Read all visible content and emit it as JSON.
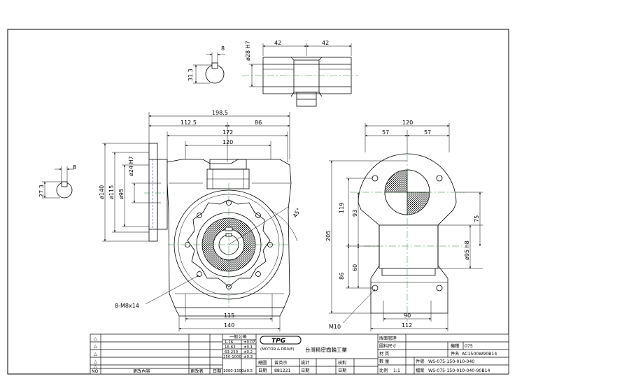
{
  "dimensions": {
    "key_top_w": "8",
    "key_top_h": "31.3",
    "hole_len_left": "42",
    "hole_len_right": "42",
    "hole_dia": "ø28 H7",
    "overall_w": "198.5",
    "left_w": "112.5",
    "right_w": "86",
    "flange_w": "172",
    "bolt_w": "120",
    "outer_dia": "ø140",
    "pilot_dia": "ø115",
    "spigot_dia": "ø95",
    "shaft_dia": "ø24 H7",
    "key_left_w": "8",
    "key_left_h": "27.3",
    "bolt_note": "8-M8x14",
    "base_inner": "115",
    "base_outer": "140",
    "angle": "45°",
    "side_top": "120",
    "side_half_l": "57",
    "side_half_r": "57",
    "height_total": "205",
    "h_119": "119",
    "h_93": "93",
    "h_86": "86",
    "h_60": "60",
    "h_75": "75",
    "side_dia": "ø95 h8",
    "side_base_inner": "90",
    "side_base_outer": "112",
    "m10": "M10"
  },
  "title_block": {
    "rev_rows": [
      "△",
      "△",
      "△",
      "△",
      "△"
    ],
    "col_no": "NO",
    "col_content": "更改內容",
    "col_person": "更改者",
    "col_date": "日期",
    "tol_header": "一般公差",
    "tolerances": [
      {
        "range": "1-16",
        "value": "±0.07"
      },
      {
        "range": "16-63",
        "value": "±0.1"
      },
      {
        "range": "63-250",
        "value": "±0.2"
      },
      {
        "range": "250-1000",
        "value": "±0.3"
      },
      {
        "range": "1000-1500",
        "value": "±0.5"
      }
    ],
    "draw_label": "繪圖",
    "draw_value": "曾英宗",
    "check_label": "設計",
    "date_label": "日期",
    "date_value": "881221",
    "date_label2": "日期",
    "approve_label": "核對",
    "logo_text": "TPG",
    "logo_sub": "(MOTOR & DRIVE)",
    "company": "台灣精密齒輪工業",
    "date_label3": "日期",
    "scale_label": "比例",
    "scale_value": "1:1",
    "mgmt_label": "版面管理",
    "material_label": "圖料尺寸",
    "spec_label": "材 質",
    "qty_label": "數 量",
    "model_label": "機種",
    "model_value": "075",
    "item_label": "件名",
    "item_value": "AC1500W90B14",
    "part_label": "件號",
    "part_value": "WS-075-150-010-040",
    "file_label": "檔案",
    "file_value": "WS-075-150-010-040-90B14"
  },
  "colors": {
    "line": "#000000",
    "hidden": "#1c1ccf",
    "center": "#2e8b3e"
  }
}
